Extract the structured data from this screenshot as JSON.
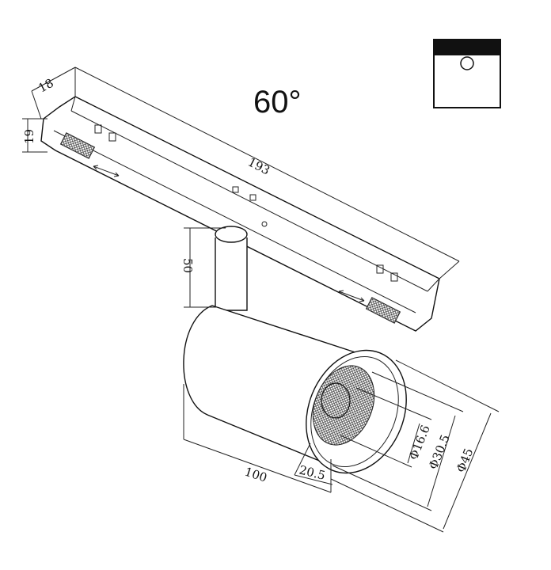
{
  "beam_angle": "60°",
  "dimensions": {
    "width": "18",
    "height": "19",
    "length": "193",
    "stem_height": "50",
    "body_length": "100",
    "lens_recess": "20.5",
    "inner_diameter": "Φ16.6",
    "mid_diameter": "Φ30.5",
    "outer_diameter": "Φ45"
  },
  "icons": {
    "mounting": "track-mount-icon"
  },
  "colors": {
    "line": "#222222",
    "background": "#ffffff"
  }
}
